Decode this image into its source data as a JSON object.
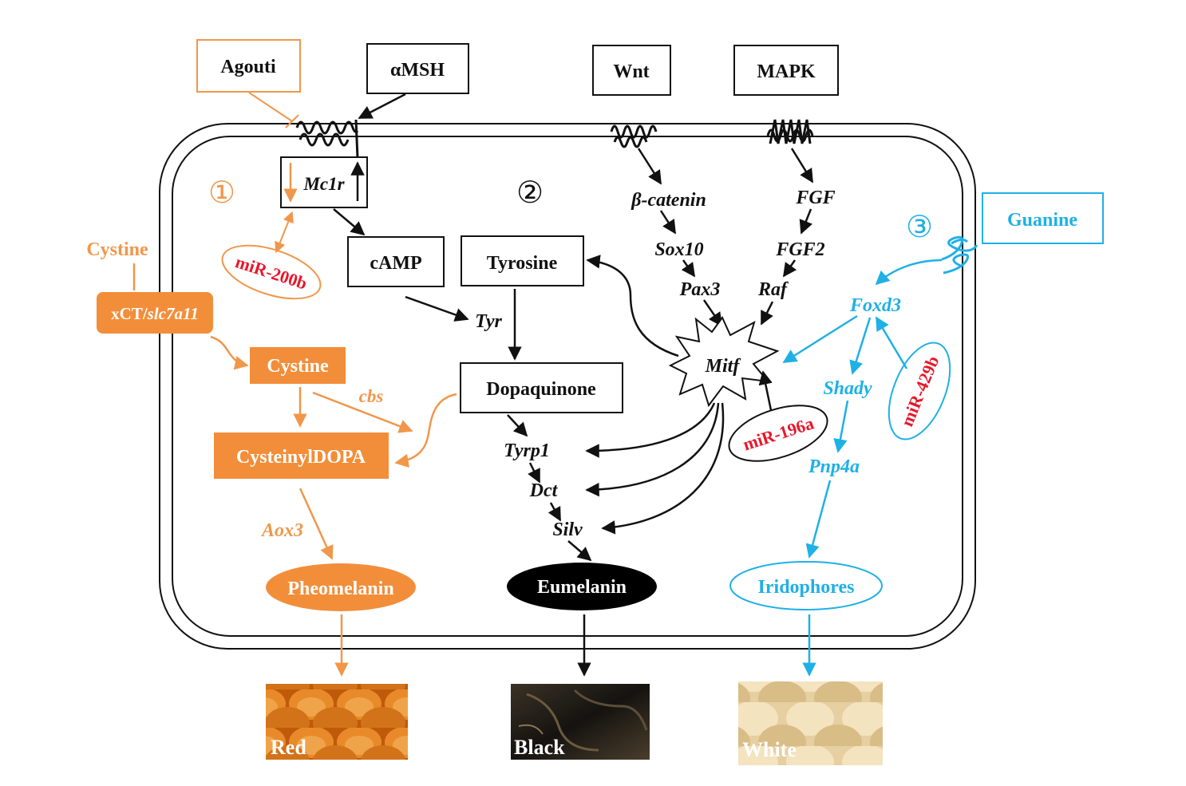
{
  "colors": {
    "black": "#111111",
    "orange": "#f0974a",
    "orange_fill": "#f28e3a",
    "blue": "#1fb0e6",
    "red": "#e8182b"
  },
  "pathway_numbers": {
    "p1": "①",
    "p2": "②",
    "p3": "③"
  },
  "ligands": {
    "agouti": "Agouti",
    "amsh": "αMSH",
    "wnt": "Wnt",
    "mapk": "MAPK",
    "guanine": "Guanine"
  },
  "pheomelanin_path": {
    "cystine_outside": "Cystine",
    "transporter_prefix": "xCT/",
    "transporter_gene": "slc7a11",
    "cystine_inside": "Cystine",
    "cbs": "cbs",
    "cysteinyldopa": "CysteinylDOPA",
    "aox3": "Aox3",
    "pheomelanin": "Pheomelanin"
  },
  "eumelanin_path": {
    "mc1r": "Mc1r",
    "mir200b": "miR-200b",
    "camp": "cAMP",
    "tyrosine": "Tyrosine",
    "tyr": "Tyr",
    "dopaquinone": "Dopaquinone",
    "tyrp1": "Tyrp1",
    "dct": "Dct",
    "silv": "Silv",
    "eumelanin": "Eumelanin"
  },
  "mitf_path": {
    "beta_catenin": "β-catenin",
    "sox10": "Sox10",
    "pax3": "Pax3",
    "fgf": "FGF",
    "fgf2": "FGF2",
    "raf": "Raf",
    "mitf": "Mitf",
    "mir196a": "miR-196a"
  },
  "iridophore_path": {
    "foxd3": "Foxd3",
    "shady": "Shady",
    "pnp4a": "Pnp4a",
    "mir429b": "miR-429b",
    "iridophores": "Iridophores"
  },
  "swatches": {
    "red": "Red",
    "black": "Black",
    "white": "White"
  }
}
